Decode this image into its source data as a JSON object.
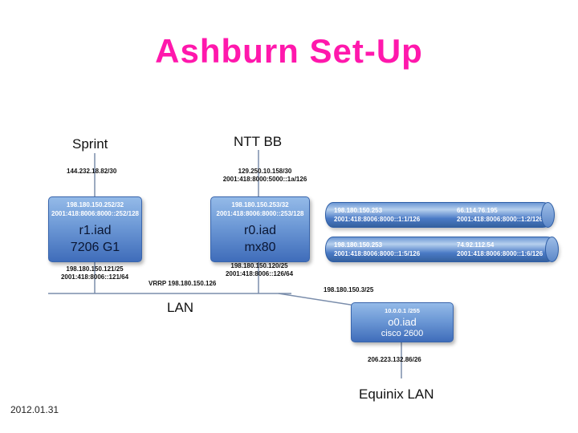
{
  "slide": {
    "title": "Ashburn Set-Up",
    "date": "2012.01.31",
    "title_color": "#ff18ac",
    "box_color_top": "#94bae8",
    "box_color_bottom": "#3f6dba"
  },
  "uplinks": {
    "sprint": {
      "label": "Sprint",
      "ip": "144.232.18.82/30"
    },
    "ntt": {
      "label": "NTT BB",
      "ip4": "129.250.10.158/30",
      "ip6": "2001:418:8000:5000::1a/126"
    }
  },
  "routers": {
    "r1": {
      "loopback4": "198.180.150.252/32",
      "loopback6": "2001:418:8006:8000::252/128",
      "name": "r1.iad",
      "model": "7206 G1",
      "lan4": "198.180.150.121/25",
      "lan6": "2001:418:8006::121/64"
    },
    "r0": {
      "loopback4": "198.180.150.253/32",
      "loopback6": "2001:418:8006:8000::253/128",
      "name": "r0.iad",
      "model": "mx80",
      "lan4": "198.180.150.120/25",
      "lan6": "2001:418:8006::126/64"
    },
    "o0": {
      "ip": "10.0.0.1 /255",
      "name": "o0.iad",
      "model": "cisco 2600",
      "lan": "206.223.132.86/26"
    }
  },
  "pipes": [
    {
      "left_ip4": "198.180.150.253",
      "left_ip6": "2001:418:8006:8000::1:1/126",
      "right_ip4": "66.114.76.195",
      "right_ip6": "2001:418:8006:8000::1:2/126"
    },
    {
      "left_ip4": "198.180.150.253",
      "left_ip6": "2001:418:8006:8000::1:5/126",
      "right_ip4": "74.92.112.54",
      "right_ip6": "2001:418:8006:8000::1:6/126"
    }
  ],
  "lan": {
    "label": "LAN",
    "vrrp": "VRRP 198.180.150.126",
    "downlink_ip": "198.180.150.3/25",
    "equinix_label": "Equinix LAN"
  }
}
